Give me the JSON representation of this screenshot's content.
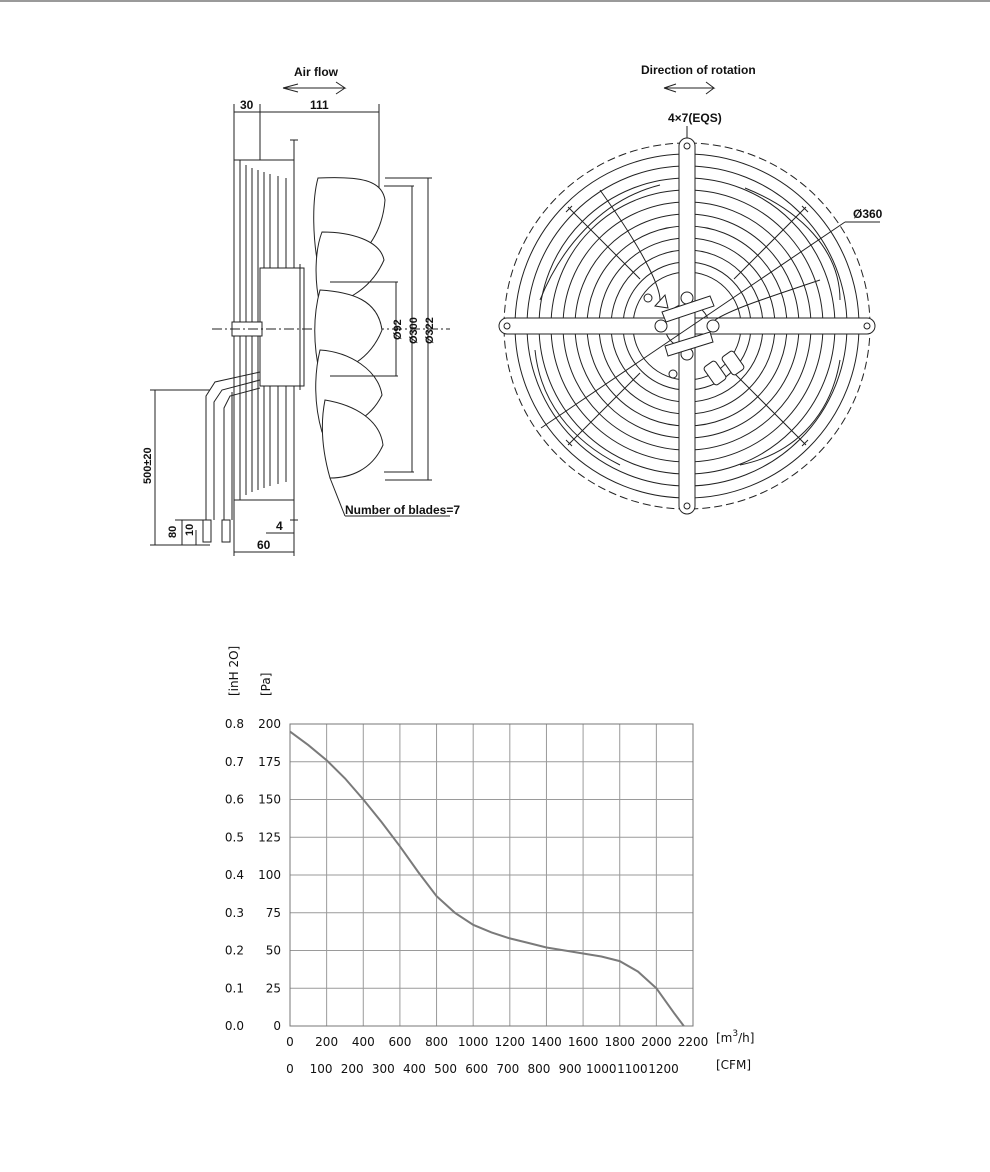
{
  "drawing": {
    "side_view": {
      "airflow_label": "Air flow",
      "dim_30": "30",
      "dim_111": "111",
      "dim_d92": "Ø92",
      "dim_d300": "Ø300",
      "dim_d322": "Ø322",
      "dim_cable": "500±20",
      "dim_80": "80",
      "dim_10": "10",
      "dim_4": "4",
      "dim_60": "60",
      "blades_label": "Number of blades=7"
    },
    "front_view": {
      "rotation_label": "Direction of rotation",
      "holes_label": "4×7(EQS)",
      "dim_d360": "Ø360"
    }
  },
  "chart_data": {
    "type": "line",
    "title": "",
    "xlabel": "[m³/h]",
    "xlabel_secondary": "[CFM]",
    "ylabel": "[Pa]",
    "ylabel_secondary": "[inH 2O]",
    "xlim": [
      0,
      2200
    ],
    "ylim": [
      0,
      200
    ],
    "x_ticks": [
      "0",
      "200",
      "400",
      "600",
      "800",
      "1000",
      "1200",
      "1400",
      "1600",
      "1800",
      "2000",
      "2200"
    ],
    "x2_ticks": [
      "0",
      "100",
      "200",
      "300",
      "400",
      "500",
      "600",
      "700",
      "800",
      "900",
      "1000",
      "1100",
      "1200"
    ],
    "y_ticks": [
      "0",
      "25",
      "50",
      "75",
      "100",
      "125",
      "150",
      "175",
      "200"
    ],
    "y2_ticks": [
      "0.0",
      "0.1",
      "0.2",
      "0.3",
      "0.4",
      "0.5",
      "0.6",
      "0.7",
      "0.8"
    ],
    "grid": true,
    "line_color": "#7a7a7a",
    "series": [
      {
        "name": "",
        "x": [
          0,
          100,
          200,
          300,
          400,
          500,
          600,
          700,
          800,
          900,
          1000,
          1100,
          1200,
          1300,
          1400,
          1500,
          1600,
          1700,
          1800,
          1900,
          2000,
          2100,
          2150
        ],
        "y": [
          195,
          186,
          176,
          164,
          150,
          135,
          119,
          102,
          86,
          75,
          67,
          62,
          58,
          55,
          52,
          50,
          48,
          46,
          43,
          36,
          25,
          8,
          0
        ]
      }
    ]
  }
}
